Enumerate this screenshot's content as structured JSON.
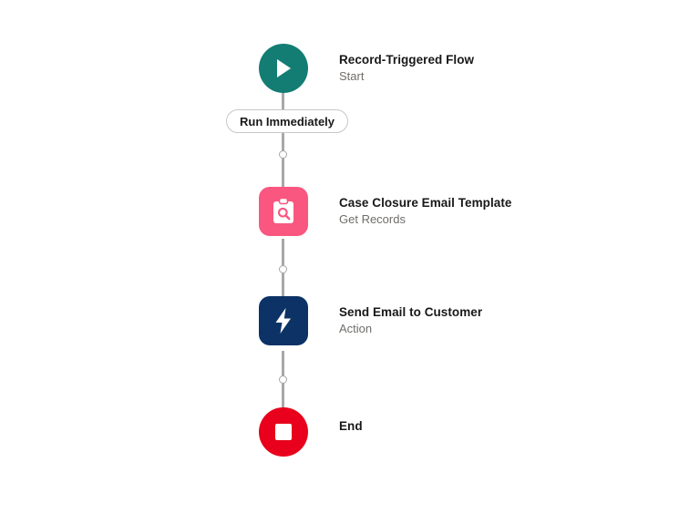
{
  "canvas": {
    "background_color": "#ffffff",
    "connector_color": "#a8a8a8"
  },
  "flow": {
    "nodes": [
      {
        "id": "start",
        "title": "Record-Triggered Flow",
        "subtitle": "Start",
        "icon": "play-icon",
        "shape": "circle",
        "color": "#137d74"
      },
      {
        "id": "get-records",
        "title": "Case Closure Email Template",
        "subtitle": "Get Records",
        "icon": "clipboard-search-icon",
        "shape": "rounded-square",
        "color": "#f9577f"
      },
      {
        "id": "action",
        "title": "Send Email to Customer",
        "subtitle": "Action",
        "icon": "lightning-bolt-icon",
        "shape": "rounded-square",
        "color": "#0d3366"
      },
      {
        "id": "end",
        "title": "End",
        "subtitle": "",
        "icon": "stop-square-icon",
        "shape": "circle",
        "color": "#e8001c"
      }
    ],
    "connector_label": "Run Immediately"
  }
}
